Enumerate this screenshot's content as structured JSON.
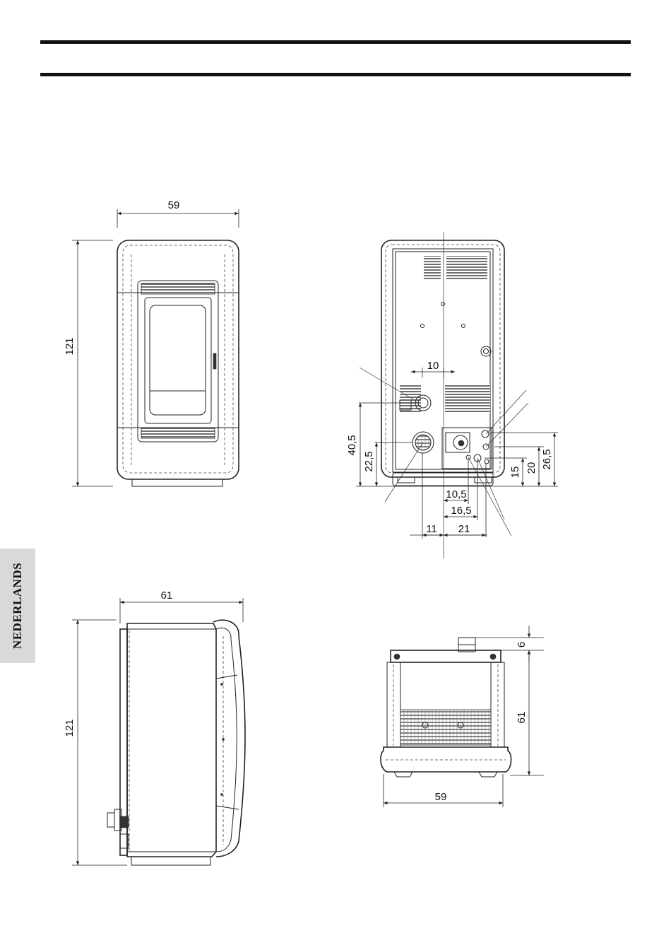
{
  "sidebar": {
    "language_tab": "NEDERLANDS"
  },
  "front_view": {
    "width": "59",
    "height": "121"
  },
  "rear_view": {
    "dims": {
      "d10": "10",
      "d40_5": "40,5",
      "d22_5": "22,5",
      "d10_5": "10,5",
      "d16_5": "16,5",
      "d11": "11",
      "d21": "21",
      "d15": "15",
      "d20": "20",
      "d26_5": "26,5"
    }
  },
  "side_view": {
    "depth": "61",
    "height": "121"
  },
  "top_view": {
    "width": "59",
    "depth": "61",
    "flue_height": "6"
  }
}
